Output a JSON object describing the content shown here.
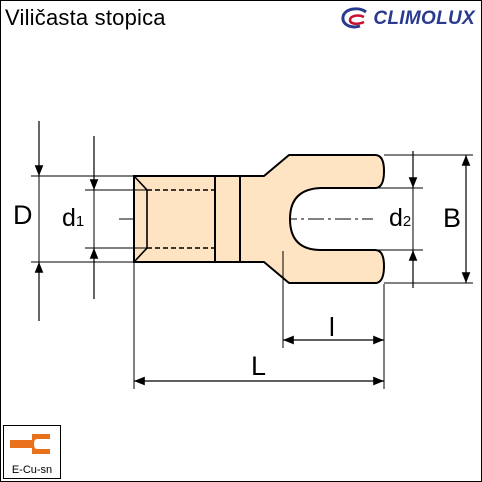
{
  "header": {
    "title": "Viličasta stopica",
    "brand": "CLIMOLUX",
    "brand_color": "#2a3b8f",
    "brand_icon": "climolux-swirl-logo"
  },
  "dimensions": {
    "D": "D",
    "d1_main": "d",
    "d1_sub": "1",
    "d2_main": "d",
    "d2_sub": "2",
    "B": "B",
    "l": "l",
    "L": "L"
  },
  "material_badge": {
    "label": "E-Cu-sn",
    "icon": "copper-terminal-icon",
    "color": "#e9711c"
  }
}
